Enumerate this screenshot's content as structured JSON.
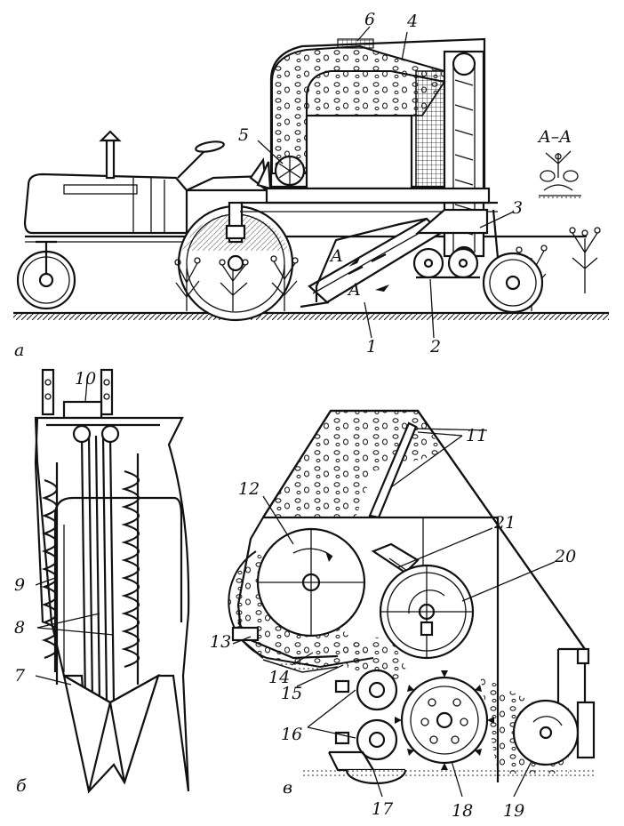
{
  "figure": {
    "section_label": "A–A",
    "section_arrow_marks": [
      "A",
      "A"
    ],
    "panel_labels": [
      "а",
      "б",
      "в"
    ],
    "callouts": [
      "1",
      "2",
      "3",
      "4",
      "5",
      "6",
      "7",
      "8",
      "9",
      "10",
      "11",
      "12",
      "13",
      "14",
      "15",
      "16",
      "17",
      "18",
      "19",
      "20",
      "21"
    ]
  },
  "colors": {
    "ink": "#111111",
    "paper": "#ffffff"
  }
}
